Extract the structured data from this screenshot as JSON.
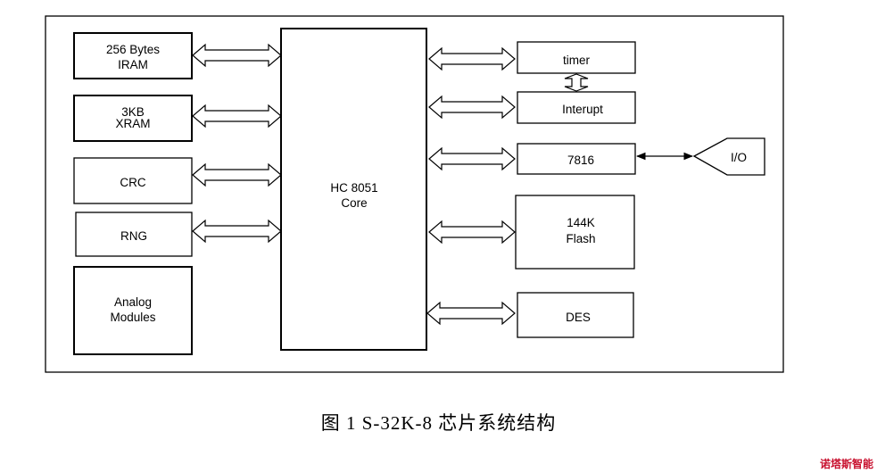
{
  "blocks": {
    "iram": [
      "256 Bytes",
      "IRAM"
    ],
    "xram": [
      "3KB",
      "XRAM"
    ],
    "crc": [
      "CRC"
    ],
    "rng": [
      "RNG"
    ],
    "analog": [
      "Analog",
      "Modules"
    ],
    "core": [
      "HC 8051",
      "Core"
    ],
    "timer": [
      "timer"
    ],
    "interupt": [
      "Interupt"
    ],
    "uart7816": [
      "7816"
    ],
    "flash": [
      "144K",
      "Flash"
    ],
    "des": [
      "DES"
    ],
    "io": [
      "I/O"
    ]
  },
  "caption": "图  1 S-32K-8  芯片系统结构",
  "watermark": "诺塔斯智能"
}
